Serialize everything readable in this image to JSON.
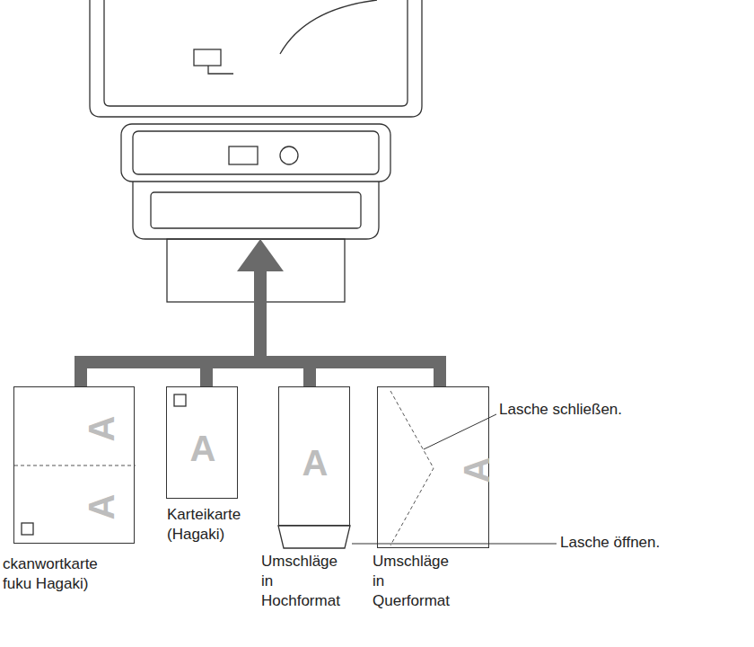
{
  "diagram": {
    "nodes": [
      {
        "text": [
          "A",
          "A",
          "ckanwortkarte fuku Hagaki)"
        ]
      },
      {
        "text": [
          "A",
          "Karteikarte (Hagaki)"
        ]
      },
      {
        "text": [
          "A",
          "Umschläge in Hochformat"
        ]
      },
      {
        "text": [
          "A",
          "Umschläge in Querformat"
        ]
      }
    ],
    "labels": [
      "Lasche schließen.",
      "Lasche öffnen."
    ]
  }
}
